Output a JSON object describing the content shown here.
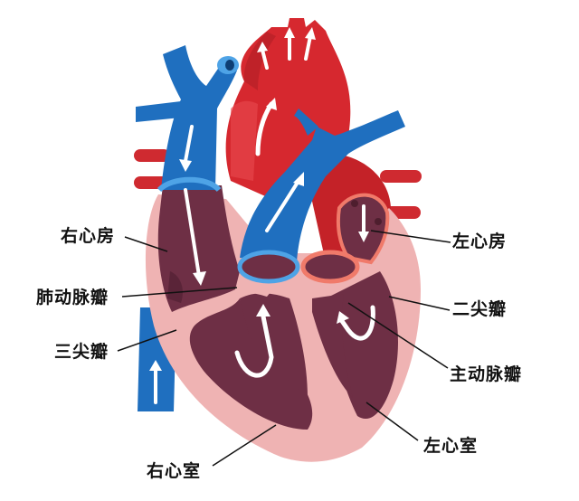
{
  "diagram": {
    "title": "Heart anatomy diagram",
    "colors": {
      "vein_blue": "#1f6fbf",
      "vein_blue_light": "#4ea3e6",
      "artery_red": "#d6282f",
      "artery_red_dark": "#a81c22",
      "heart_wall_pink": "#efb3b3",
      "chamber_maroon": "#6e2f45",
      "chamber_maroon_dark": "#5a2438",
      "label_text": "#111111",
      "leader_line": "#111111",
      "flow_arrow": "#ffffff"
    },
    "labels": {
      "right_atrium": "右心房",
      "pulmonary_valve": "肺动脉瓣",
      "tricuspid_valve": "三尖瓣",
      "right_ventricle": "右心室",
      "left_atrium": "左心房",
      "mitral_valve": "二尖瓣",
      "aortic_valve": "主动脉瓣",
      "left_ventricle": "左心室"
    }
  }
}
